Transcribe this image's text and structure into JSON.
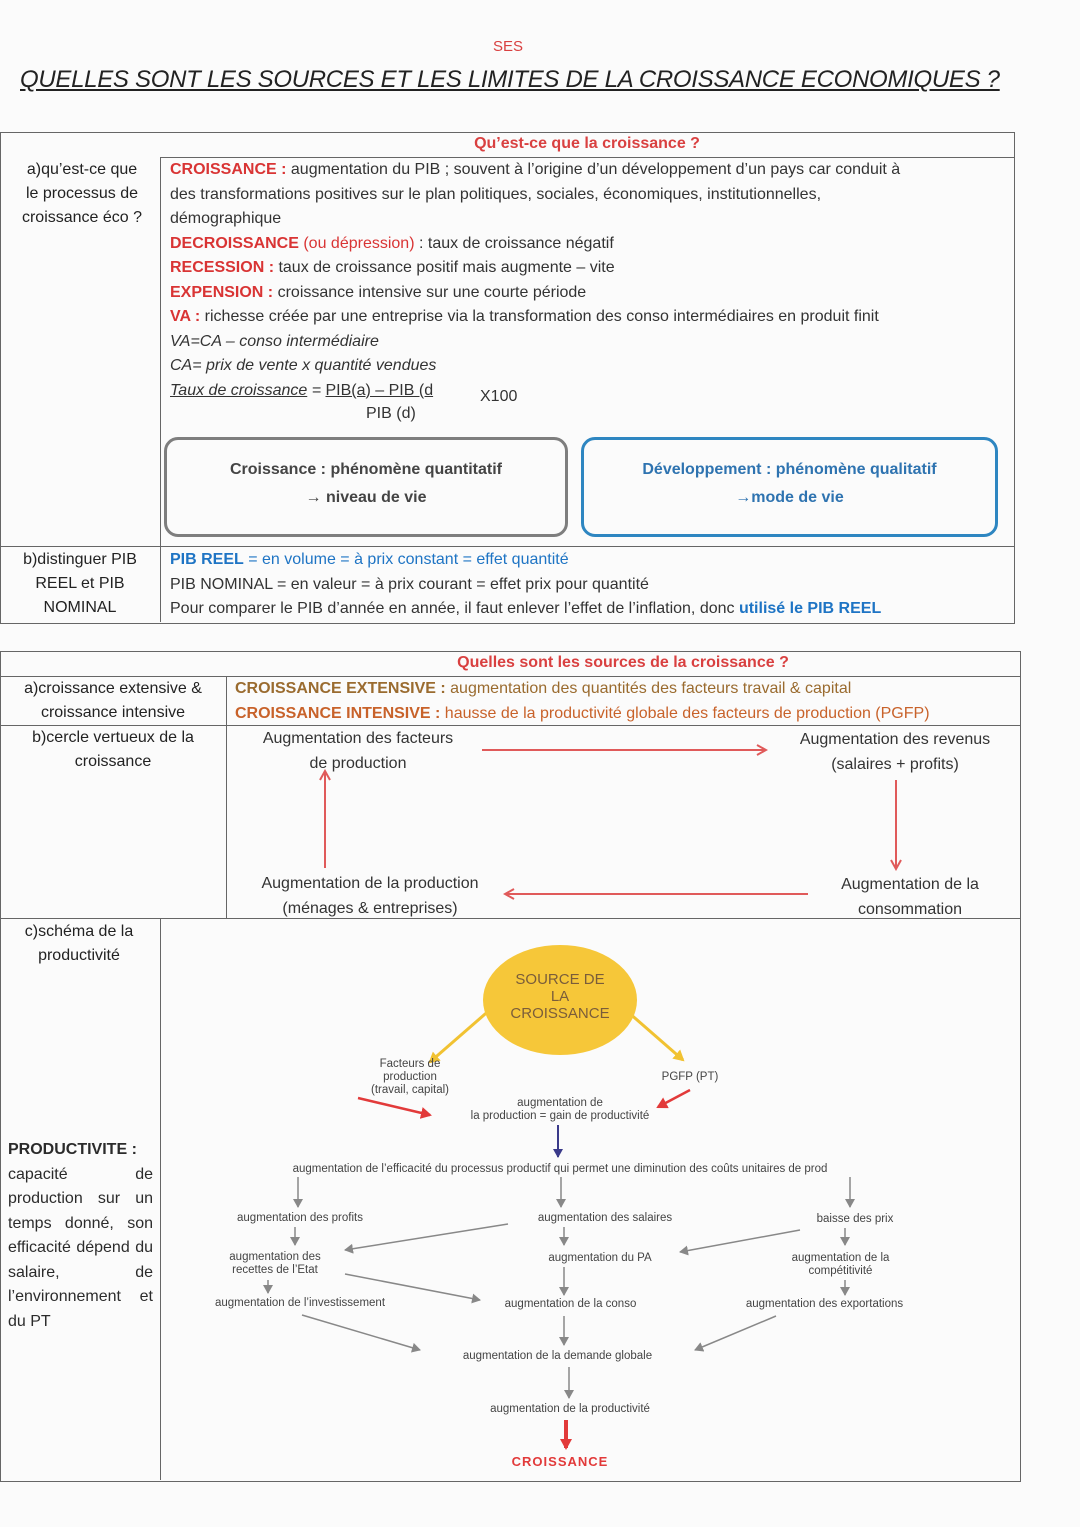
{
  "header": {
    "subject": "SES",
    "title": "QUELLES SONT LES SOURCES ET LES LIMITES DE LA CROISSANCE ECONOMIQUES ?"
  },
  "section1": {
    "heading": "Qu’est-ce que la croissance ?",
    "row_a_label": [
      "a)qu’est-ce que",
      "le processus de",
      "croissance éco ?"
    ],
    "croissance_term": "CROISSANCE :",
    "croissance_def_1": " augmentation du PIB ; souvent à l’origine d’un développement d’un pays car conduit à",
    "croissance_def_2": "des transformations positives sur le plan politiques, sociales, économiques, institutionnelles,",
    "croissance_def_3": "démographique",
    "decroissance_term": "DECROISSANCE",
    "decroissance_paren": " (ou dépression)",
    "decroissance_def": " : taux de croissance négatif",
    "recession_term": "RECESSION :",
    "recession_def": " taux de croissance positif mais augmente – vite",
    "expension_term": "EXPENSION :",
    "expension_def": " croissance intensive sur une courte période",
    "va_term": "VA :",
    "va_def": " richesse créée par une entreprise via la transformation des conso intermédiaires en produit finit",
    "va_formula": "VA=CA – conso intermédiaire",
    "ca_formula": "CA= prix de vente x quantité vendues",
    "taux_label": "Taux de croissance",
    "taux_eq": " = ",
    "taux_num": "PIB(a) – PIB (d",
    "taux_den": "PIB (d)",
    "taux_mult": "X100",
    "box_left_1": "Croissance : phénomène quantitatif",
    "box_left_2": "→ niveau de vie",
    "box_right_1": "Développement : phénomène qualitatif",
    "box_right_2": "→mode de vie",
    "row_b_label": [
      "b)distinguer PIB",
      "REEL et PIB",
      "NOMINAL"
    ],
    "pib_reel_term": "PIB REEL",
    "pib_reel_def": " = en volume = à prix constant = effet quantité",
    "pib_nominal": "PIB NOMINAL = en valeur = à prix courant = effet prix pour quantité",
    "compare_text": "Pour comparer le PIB d’année en année, il faut enlever l’effet de l’inflation, donc ",
    "compare_bold": "utilisé le PIB REEL"
  },
  "section2": {
    "heading": "Quelles sont les sources de la croissance ?",
    "row_a_label": [
      "a)croissance extensive &",
      "croissance intensive"
    ],
    "extensive_term": "CROISSANCE EXTENSIVE :",
    "extensive_def": " augmentation des quantités des facteurs travail & capital",
    "intensive_term": "CROISSANCE INTENSIVE :",
    "intensive_def": " hausse de la productivité globale des facteurs de production (PGFP)",
    "row_b_label": [
      "b)cercle vertueux de la",
      "croissance"
    ],
    "cycle_top_left": [
      "Augmentation des facteurs",
      "de production"
    ],
    "cycle_top_right": [
      "Augmentation des revenus",
      "(salaires + profits)"
    ],
    "cycle_bottom_left": [
      "Augmentation de la production",
      "(ménages & entreprises)"
    ],
    "cycle_bottom_right": [
      "Augmentation de la",
      "consommation"
    ],
    "row_c_label": [
      "c)schéma de la",
      "productivité"
    ],
    "productivite_term": "PRODUCTIVITE :",
    "productivite_def": "capacité de production sur un temps donné, son efficacité dépend du salaire, de l’environnement et du PT"
  },
  "diagram": {
    "source": [
      "SOURCE DE",
      "LA",
      "CROISSANCE"
    ],
    "facteurs": [
      "Facteurs de",
      "production",
      "(travail, capital)"
    ],
    "pgfp": "PGFP (PT)",
    "gain": [
      "augmentation de",
      "la production = gain de productivité"
    ],
    "efficacite": "augmentation de l’efficacité du processus productif qui permet une diminution des coûts unitaires de prod",
    "profits": "augmentation des profits",
    "salaires": "augmentation des salaires",
    "baisse_prix": "baisse des prix",
    "recettes": [
      "augmentation des",
      "recettes de l’Etat"
    ],
    "pa": "augmentation du PA",
    "competitivite": [
      "augmentation de la",
      "compétitivité"
    ],
    "investissement": "augmentation de l’investissement",
    "conso": "augmentation de la conso",
    "exportations": "augmentation des exportations",
    "demande": "augmentation de la demande globale",
    "productivite": "augmentation de la productivité",
    "croissance": "CROISSANCE"
  },
  "colors": {
    "red": "#d93434",
    "blue": "#1e74c4",
    "brown": "#9a6b2f",
    "orange": "#c8622a",
    "yellow": "#f6c739",
    "arrow_red": "#e05a5a",
    "arrow_gray": "#888888"
  }
}
